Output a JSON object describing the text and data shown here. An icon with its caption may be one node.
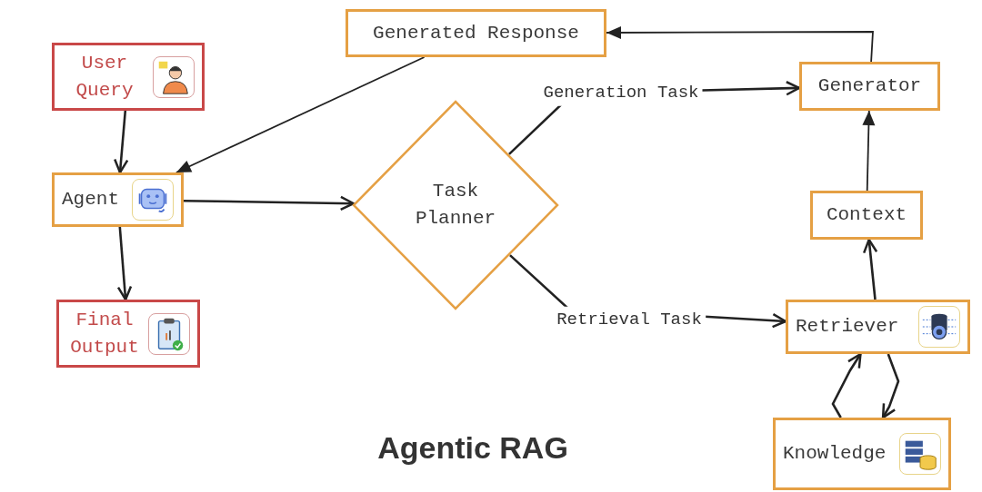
{
  "diagram": {
    "title": "Agentic RAG",
    "nodes": [
      {
        "text": [
          "Generated Response"
        ]
      },
      {
        "text": [
          "User Query"
        ]
      },
      {
        "text": [
          "Agent"
        ]
      },
      {
        "text": [
          "Final Output"
        ]
      },
      {
        "text": [
          "Task Planner"
        ]
      },
      {
        "text": [
          "Generator"
        ]
      },
      {
        "text": [
          "Context"
        ]
      },
      {
        "text": [
          "Retriever"
        ]
      },
      {
        "text": [
          "Knowledge"
        ]
      }
    ],
    "edges": [
      {
        "from": 1,
        "to": 2,
        "arrow": "to"
      },
      {
        "from": 2,
        "to": 3,
        "arrow": "to"
      },
      {
        "from": 0,
        "to": 2,
        "arrow": "to"
      },
      {
        "from": 2,
        "to": 4,
        "arrow": "to"
      },
      {
        "from": 4,
        "to": 5,
        "arrow": "to",
        "label": "Generation Task"
      },
      {
        "from": 4,
        "to": 7,
        "arrow": "to",
        "label": "Retrieval Task"
      },
      {
        "from": 7,
        "to": 6,
        "arrow": "to"
      },
      {
        "from": 6,
        "to": 5,
        "arrow": "to"
      },
      {
        "from": 5,
        "to": 0,
        "arrow": "to"
      },
      {
        "from": 8,
        "to": 7,
        "arrow": "to"
      },
      {
        "from": 7,
        "to": 8,
        "arrow": "to"
      }
    ]
  }
}
